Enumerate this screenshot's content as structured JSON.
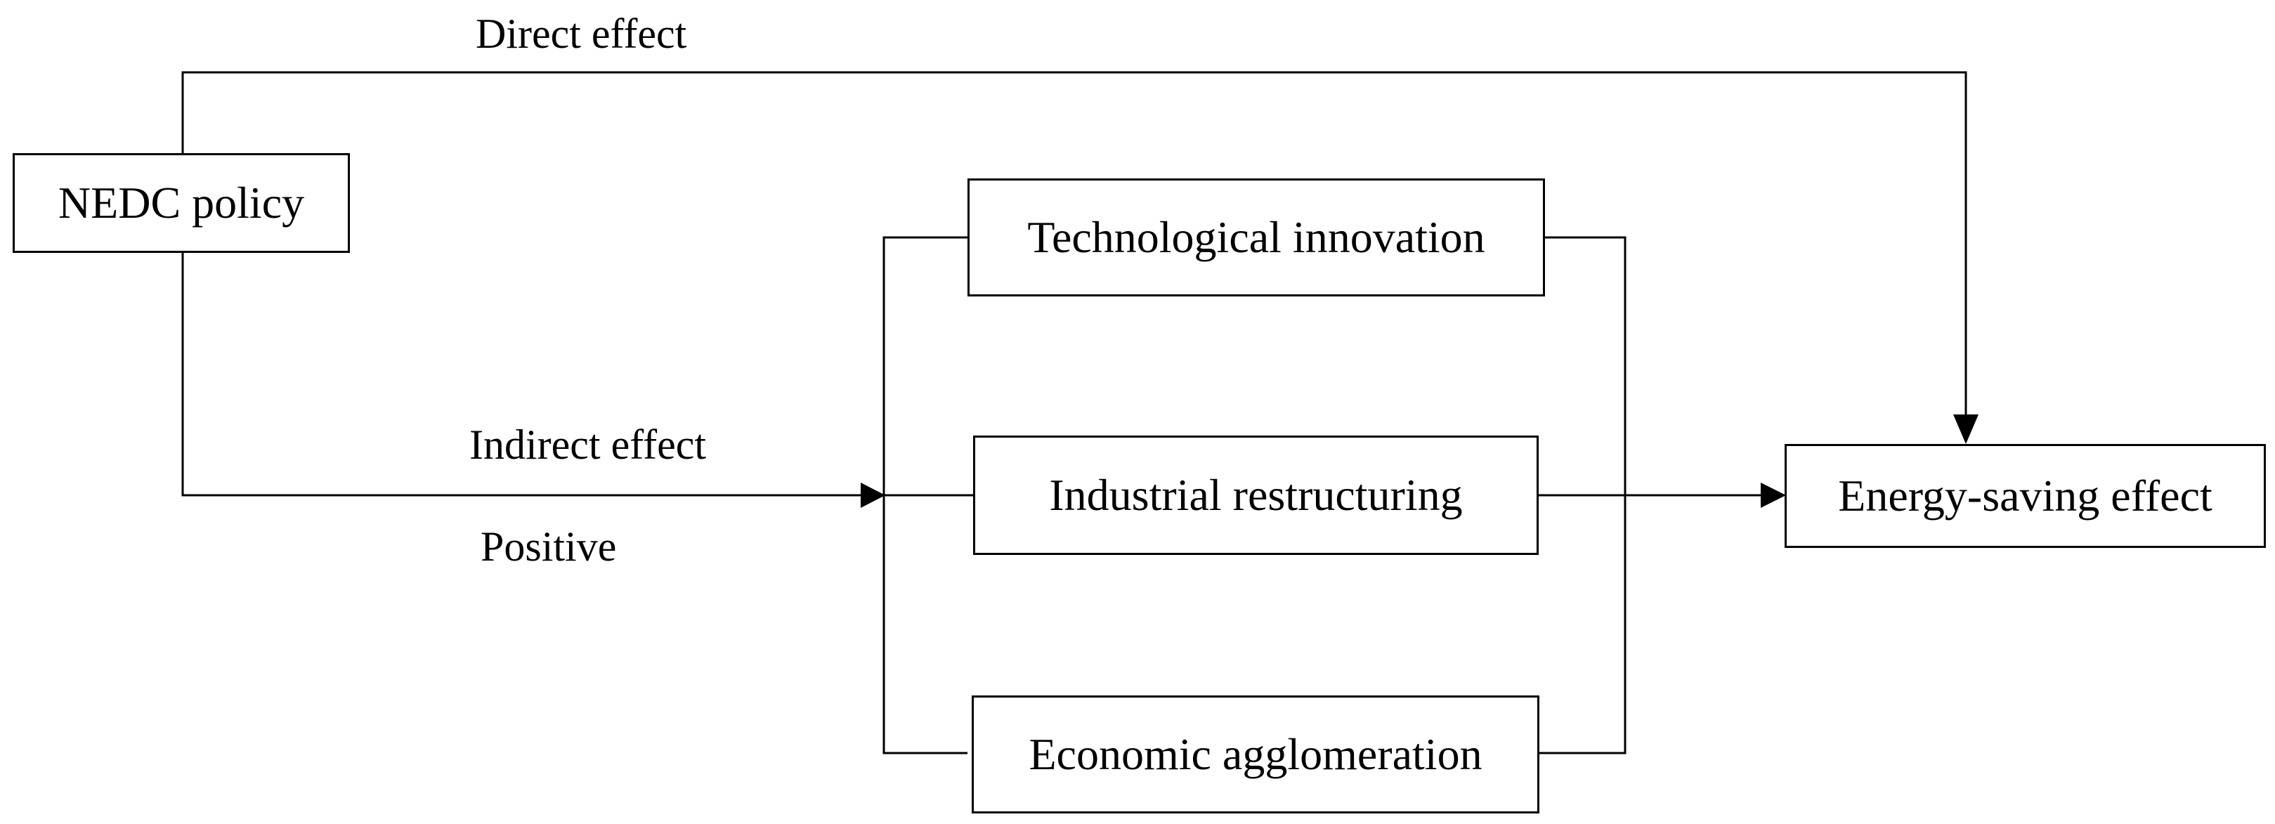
{
  "nodes": {
    "source": "NEDC policy",
    "mediator_1": "Technological innovation",
    "mediator_2": "Industrial restructuring",
    "mediator_3": "Economic agglomeration",
    "outcome": "Energy-saving effect"
  },
  "edge_labels": {
    "direct": "Direct effect",
    "indirect": "Indirect effect",
    "sign": "Positive"
  },
  "colors": {
    "stroke": "#000000",
    "background": "#ffffff"
  }
}
